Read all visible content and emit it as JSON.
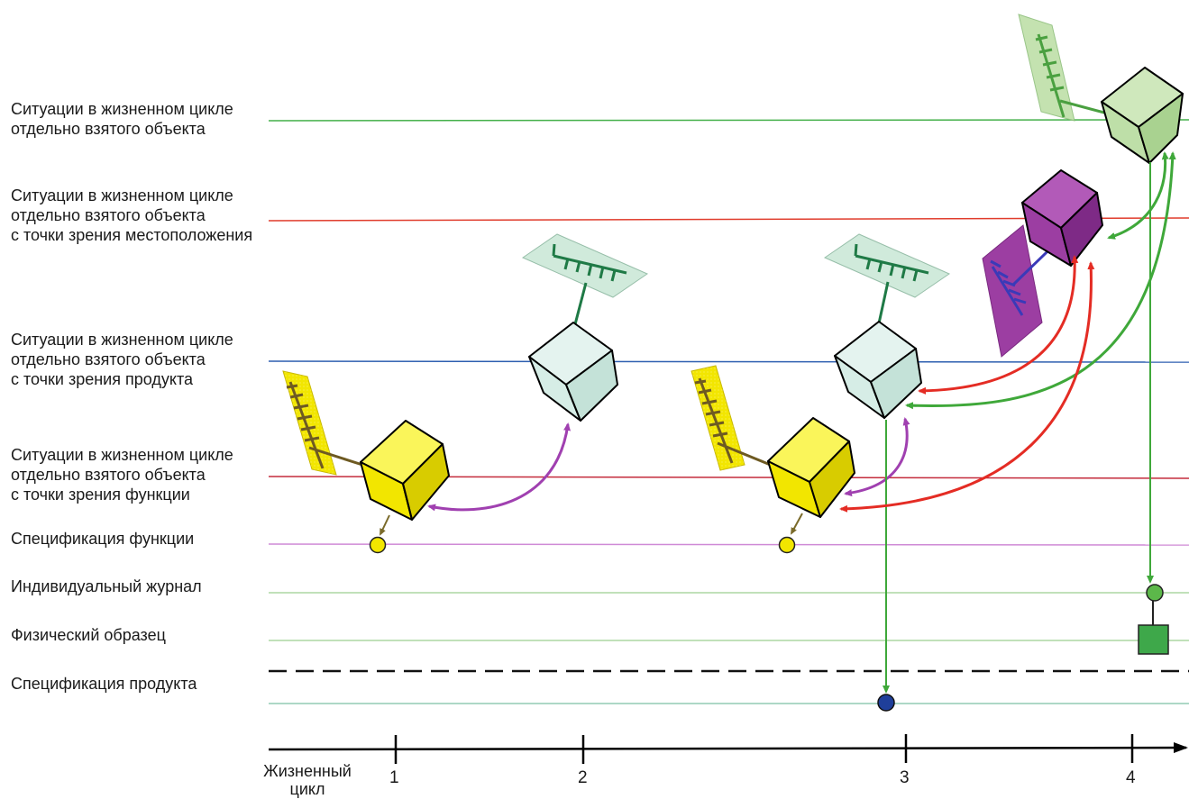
{
  "rows": [
    {
      "lines": [
        "Ситуации в жизненном цикле",
        "отдельно взятого объекта"
      ],
      "color": "#44b04a"
    },
    {
      "lines": [
        "Ситуации в жизненном цикле",
        "отдельно взятого объекта",
        "с точки зрения местоположения"
      ],
      "color": "#e03c2c"
    },
    {
      "lines": [
        "Ситуации в жизненном цикле",
        "отдельно взятого объекта",
        "с точки зрения продукта"
      ],
      "color": "#2e5fb0"
    },
    {
      "lines": [
        "Ситуации в жизненном цикле",
        "отдельно взятого объекта",
        "с точки зрения функции"
      ],
      "color": "#c42c3c"
    },
    {
      "lines": [
        "Спецификация функции"
      ],
      "color": "#cf8ad6"
    },
    {
      "lines": [
        "Индивидуальный журнал"
      ],
      "color": "#9ccf90"
    },
    {
      "lines": [
        "Физический образец"
      ],
      "color": "#9ccf90"
    },
    {
      "lines": [
        "Спецификация продукта"
      ],
      "color": "#7cc0a4"
    }
  ],
  "axis": {
    "title_lines": [
      "Жизненный",
      "цикл"
    ],
    "ticks": [
      "1",
      "2",
      "3",
      "4"
    ]
  },
  "colors": {
    "yellow_cube": "#f2e600",
    "product_cube": "#d6ede6",
    "location_cube": "#9c3ea2",
    "object_cube": "#bedfa8",
    "arrow_magenta": "#a040b0",
    "arrow_red": "#e42c24",
    "arrow_green": "#3fa83a",
    "arrow_brown": "#7a6a2a",
    "link_green": "#2f8a58"
  },
  "icons": [
    "function-cube-icon",
    "product-cube-icon",
    "location-cube-icon",
    "object-cube-icon",
    "classification-card-icon"
  ]
}
